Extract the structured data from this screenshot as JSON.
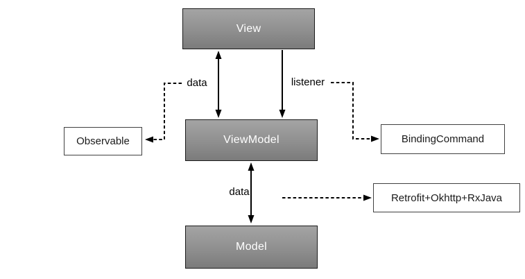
{
  "diagram": {
    "type": "architecture-diagram",
    "topic": "MVVM data flow",
    "background": "#ffffff"
  },
  "nodes": {
    "view": {
      "label": "View",
      "style": "filled-gray"
    },
    "viewmodel": {
      "label": "ViewModel",
      "style": "filled-gray"
    },
    "model": {
      "label": "Model",
      "style": "filled-gray"
    },
    "observable": {
      "label": "Observable",
      "style": "outlined-white"
    },
    "binding_command": {
      "label": "BindingCommand",
      "style": "outlined-white"
    },
    "retrofit": {
      "label": "Retrofit+Okhttp+RxJava",
      "style": "outlined-white"
    }
  },
  "labels": {
    "data_view_viewmodel": "data",
    "listener_view_viewmodel": "listener",
    "data_viewmodel_model": "data"
  },
  "edges": [
    {
      "from": "View",
      "to": "ViewModel",
      "label": "data",
      "line": "solid",
      "arrows": "both"
    },
    {
      "from": "View",
      "to": "ViewModel",
      "label": "listener",
      "line": "solid",
      "arrows": "to"
    },
    {
      "from": "data label",
      "to": "Observable",
      "label": "",
      "line": "dashed",
      "arrows": "to"
    },
    {
      "from": "listener label",
      "to": "BindingCommand",
      "label": "",
      "line": "dashed",
      "arrows": "to"
    },
    {
      "from": "ViewModel",
      "to": "Model",
      "label": "data",
      "line": "solid",
      "arrows": "both"
    },
    {
      "from": "ViewModel-Model link",
      "to": "Retrofit+Okhttp+RxJava",
      "label": "",
      "line": "dashed",
      "arrows": "to"
    }
  ],
  "colors": {
    "node_fill_top": "#a4a4a4",
    "node_fill_bottom": "#7b7b7b",
    "node_border": "#1a1a1a",
    "outlined_fill": "#ffffff",
    "outlined_border": "#404040",
    "filled_text": "#ffffff",
    "outlined_text": "#1a1a1a",
    "connector": "#000000",
    "background": "#ffffff"
  }
}
